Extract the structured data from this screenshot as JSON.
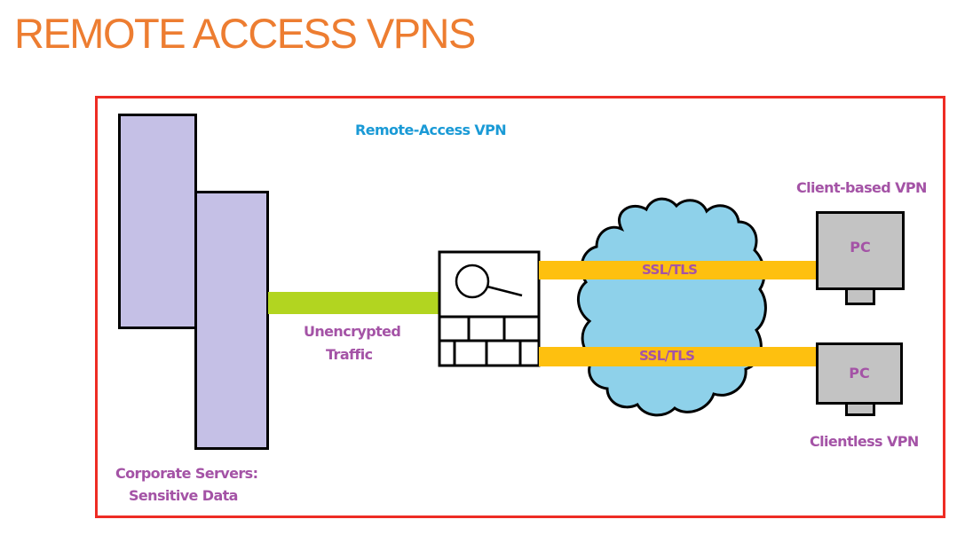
{
  "slide": {
    "title": "REMOTE ACCESS VPNS"
  },
  "diagram": {
    "heading": "Remote-Access VPN",
    "corporate_servers": {
      "label_line1": "Corporate Servers:",
      "label_line2": "Sensitive Data",
      "icon": "server-rack-icon"
    },
    "unencrypted_link": {
      "label_line1": "Unencrypted",
      "label_line2": "Traffic",
      "color": "#b2d520"
    },
    "firewall": {
      "icon": "firewall-inspection-icon"
    },
    "internet": {
      "icon": "cloud-icon",
      "color": "#8ed1ea"
    },
    "tunnels": [
      {
        "label": "SSL/TLS",
        "color": "#fec00f"
      },
      {
        "label": "SSL/TLS",
        "color": "#fec00f"
      }
    ],
    "clients": [
      {
        "pc_label": "PC",
        "caption": "Client-based VPN",
        "icon": "pc-monitor-icon"
      },
      {
        "pc_label": "PC",
        "caption": "Clientless VPN",
        "icon": "pc-monitor-icon"
      }
    ],
    "colors": {
      "title": "#ed7d31",
      "frame": "#ee2c24",
      "labels": "#a453a6",
      "heading": "#1a9ad6",
      "server_fill": "#c5c0e6",
      "pc_fill": "#c3c3c3"
    }
  }
}
